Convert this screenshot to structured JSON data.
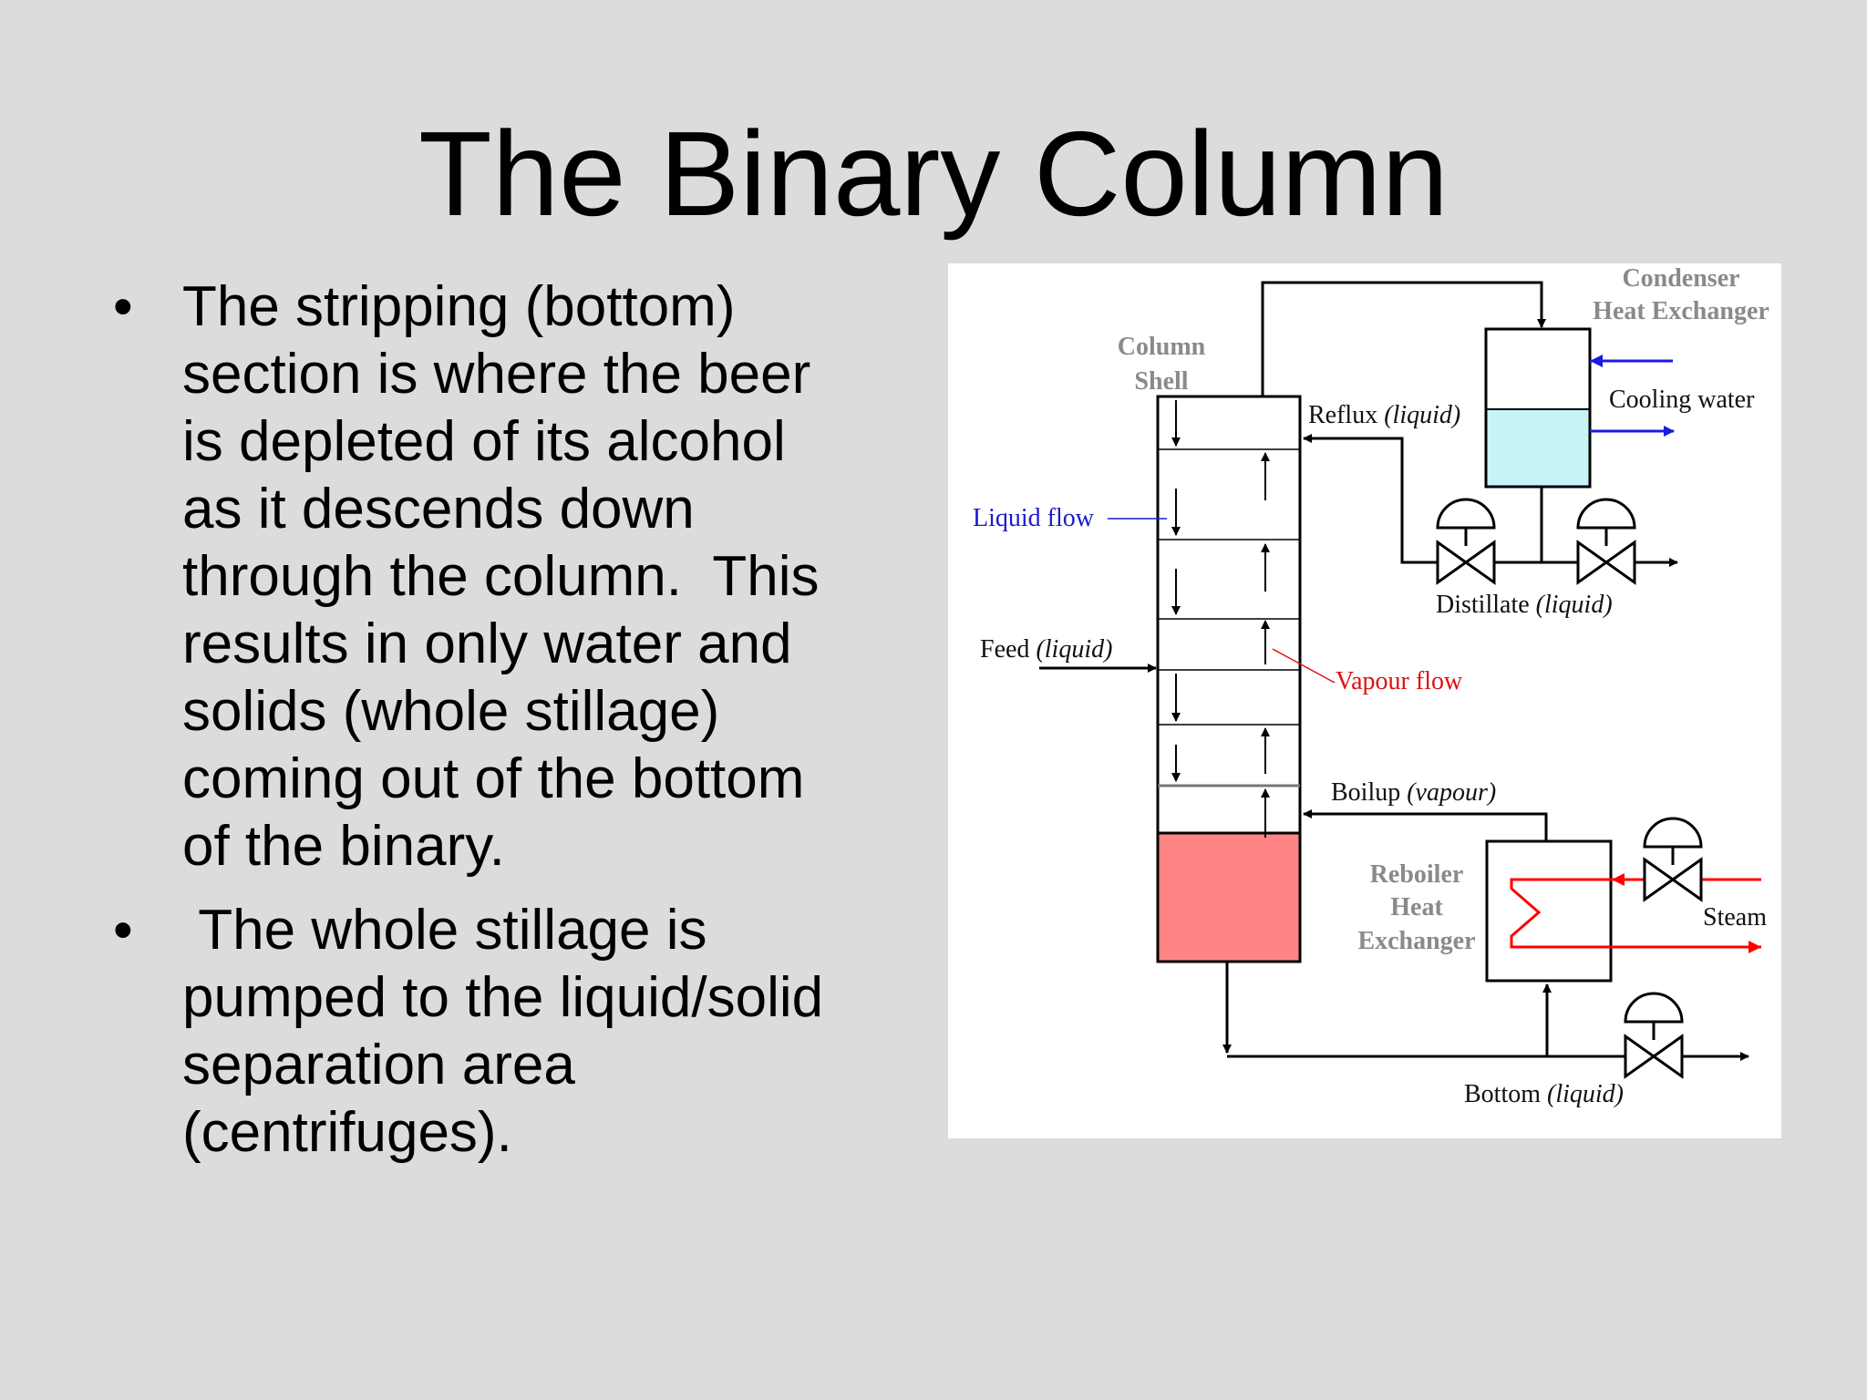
{
  "slide": {
    "title": "The Binary Column",
    "bullets": [
      {
        "marker": "•",
        "text": "The stripping (bottom) section is where the beer is depleted of its alcohol as it descends down through the column.  This results in only water and solids (whole stillage) coming out of the bottom of the binary."
      },
      {
        "marker": "•",
        "text": " The whole stillage is pumped to the liquid/solid separation area (centrifuges)."
      }
    ]
  },
  "diagram": {
    "labels": {
      "condenser_line1": "Condenser",
      "condenser_line2": "Heat Exchanger",
      "column_shell_line1": "Column",
      "column_shell_line2": "Shell",
      "reflux": "Reflux",
      "reflux_phase": "(liquid)",
      "cooling_water": "Cooling water",
      "liquid_flow": "Liquid flow",
      "distillate": "Distillate",
      "distillate_phase": "(liquid)",
      "feed": "Feed",
      "feed_phase": "(liquid)",
      "vapour_flow": "Vapour flow",
      "boilup": "Boilup",
      "boilup_phase": "(vapour)",
      "reboiler_line1": "Reboiler",
      "reboiler_line2": "Heat",
      "reboiler_line3": "Exchanger",
      "steam": "Steam",
      "bottom": "Bottom",
      "bottom_phase": "(liquid)"
    },
    "colors": {
      "condensate_fill": "#c6f4f7",
      "column_liquid_fill": "#ff8585",
      "cooling_water_arrow": "#1a1ae0",
      "steam_line": "#ff0000",
      "liquid_flow_pointer": "#1a1acc",
      "vapour_flow_pointer": "#e01010"
    }
  }
}
